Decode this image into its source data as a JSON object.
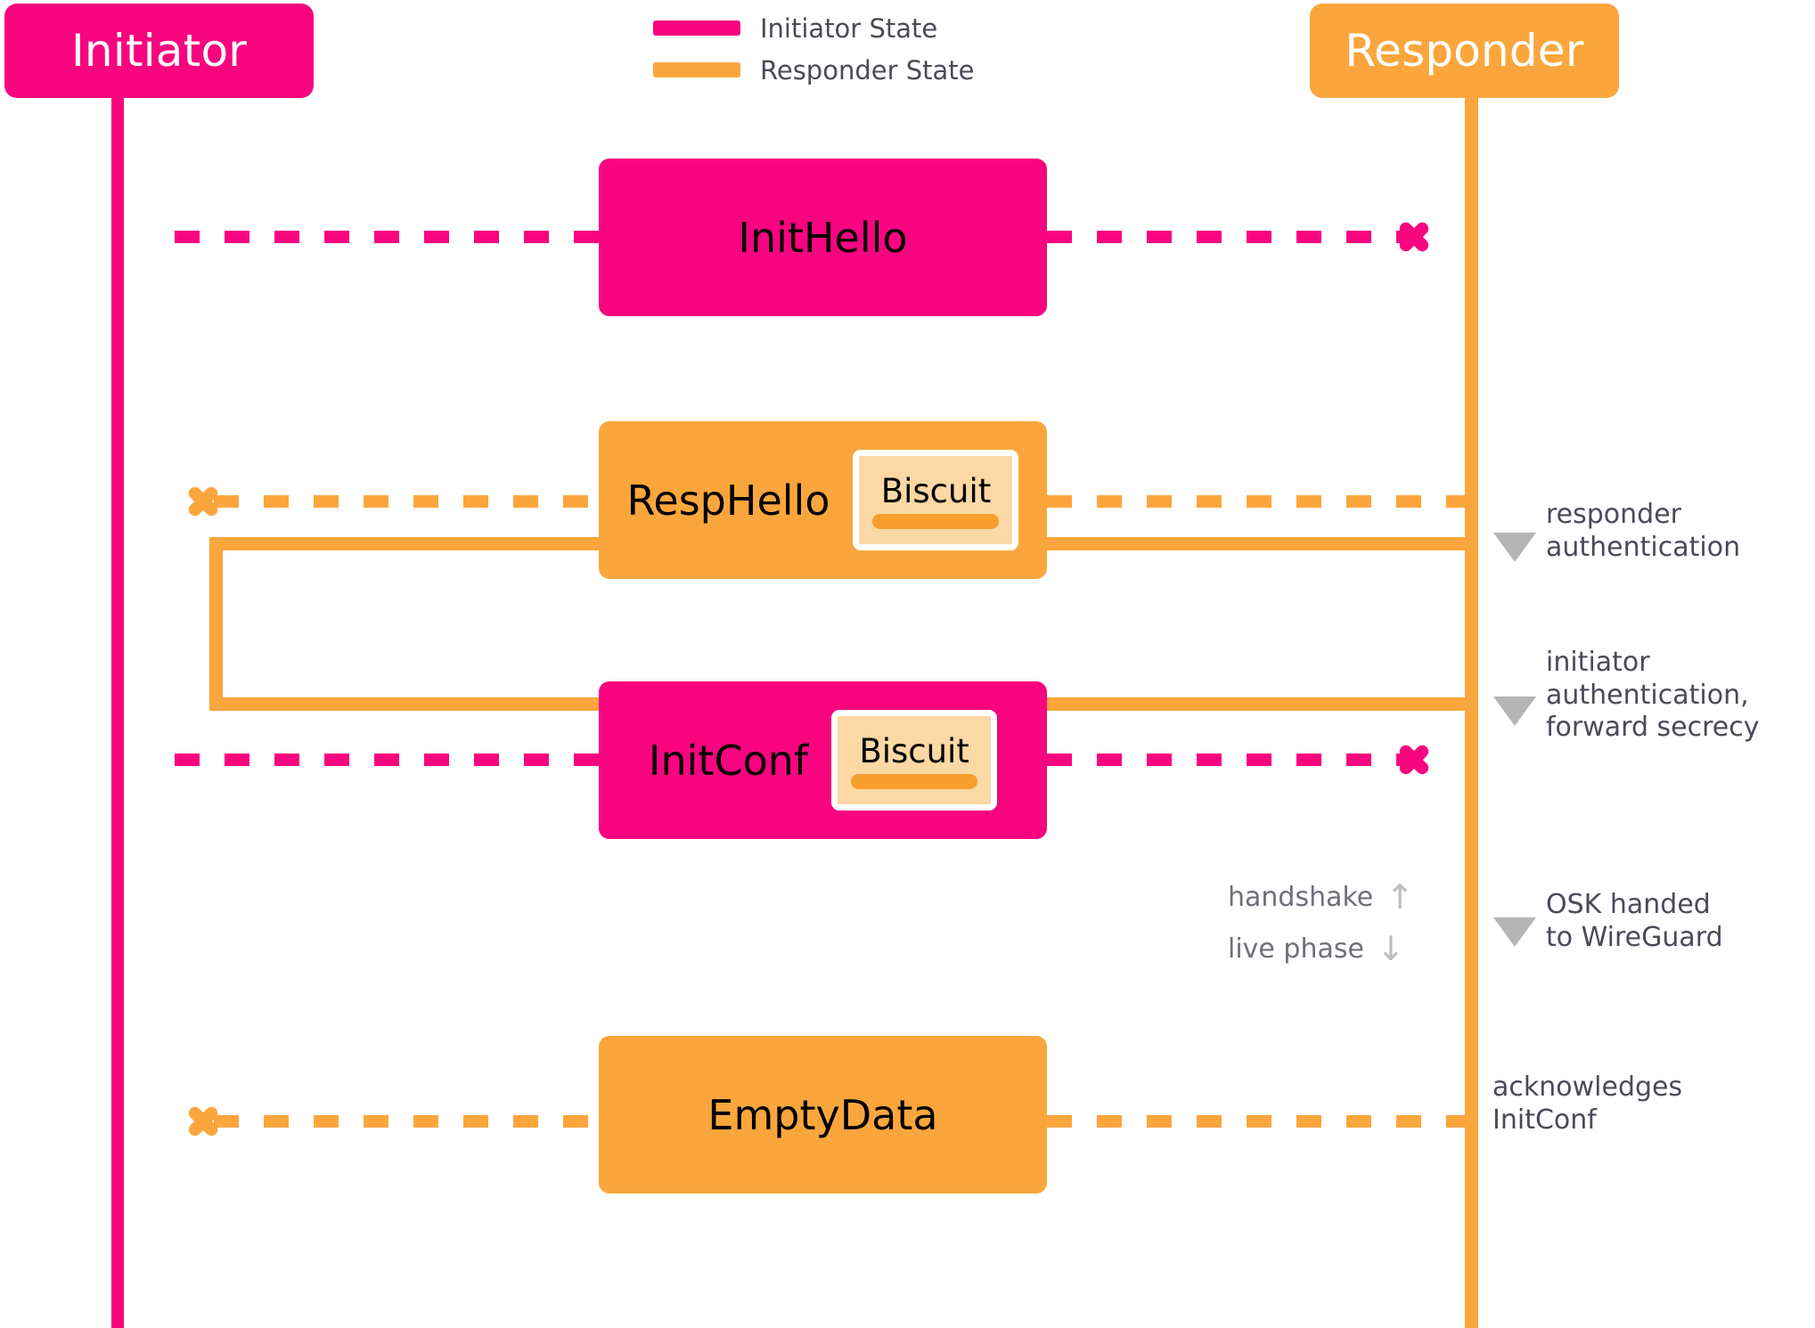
{
  "colors": {
    "initiator": "#F8047F",
    "responder": "#FBA63C",
    "biscuit_fill": "#FBD8A4",
    "biscuit_bar": "#F79E2D",
    "annotation_text": "#4A4A58",
    "marker_gray": "#B5B5B5",
    "background": "#FFFFFF"
  },
  "actors": {
    "initiator": {
      "label": "Initiator"
    },
    "responder": {
      "label": "Responder"
    }
  },
  "legend": {
    "items": [
      {
        "label": "Initiator State",
        "color": "#F8047F"
      },
      {
        "label": "Responder State",
        "color": "#FBA63C"
      }
    ]
  },
  "messages": [
    {
      "id": "init-hello",
      "label": "InitHello",
      "direction": "initiator-to-responder",
      "color": "#F8047F",
      "biscuit": null
    },
    {
      "id": "resp-hello",
      "label": "RespHello",
      "direction": "responder-to-initiator",
      "color": "#FBA63C",
      "biscuit": {
        "label": "Biscuit"
      }
    },
    {
      "id": "init-conf",
      "label": "InitConf",
      "direction": "initiator-to-responder",
      "color": "#F8047F",
      "biscuit": {
        "label": "Biscuit"
      }
    },
    {
      "id": "empty-data",
      "label": "EmptyData",
      "direction": "responder-to-initiator",
      "color": "#FBA63C",
      "biscuit": null
    }
  ],
  "annotations": [
    {
      "id": "responder-auth",
      "text": "responder\nauthentication",
      "marker": "triangle-down"
    },
    {
      "id": "initiator-auth",
      "text": "initiator\nauthentication,\nforward secrecy",
      "marker": "triangle-down"
    },
    {
      "id": "osk-handed",
      "text": "OSK handed\nto WireGuard",
      "marker": "triangle-down"
    },
    {
      "id": "acknowledges-initconf",
      "text": "acknowledges\nInitConf",
      "marker": "none"
    }
  ],
  "phase_labels": [
    {
      "id": "handshake",
      "text": "handshake",
      "arrow": "↑"
    },
    {
      "id": "live-phase",
      "text": "live phase",
      "arrow": "↓"
    }
  ]
}
